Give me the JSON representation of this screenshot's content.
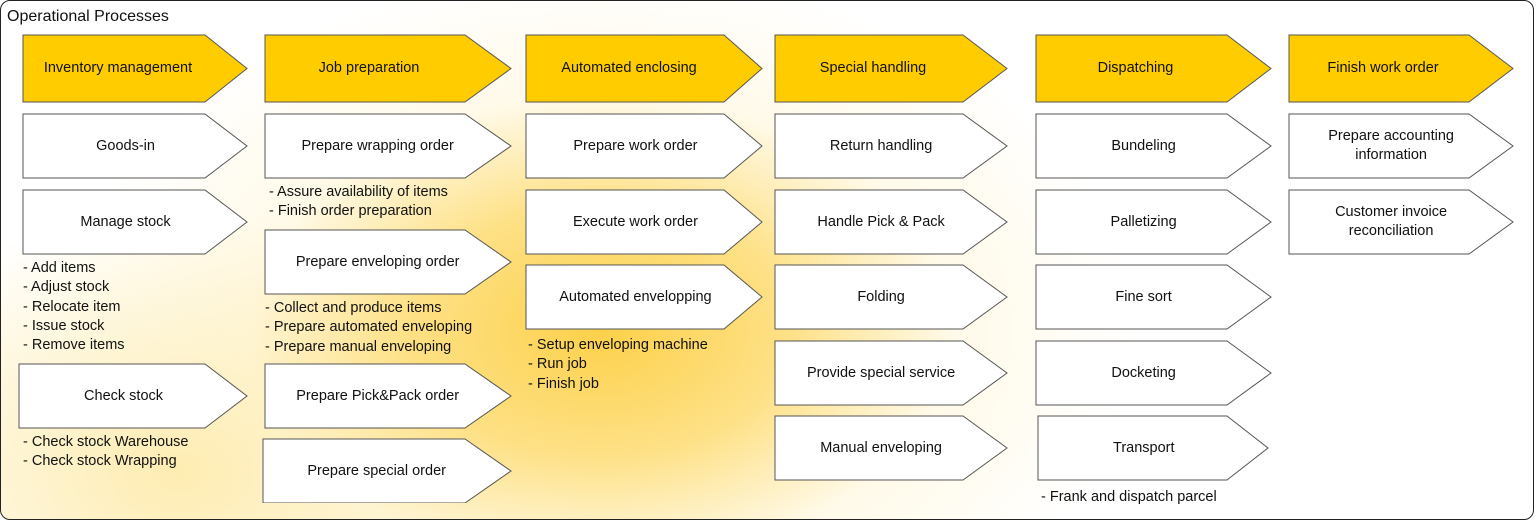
{
  "title": "Operational Processes",
  "colors": {
    "header_fill": "#ffcc00",
    "box_fill": "#ffffff",
    "stroke": "#555555"
  },
  "columns": [
    {
      "header": "Inventory management",
      "items": [
        {
          "label": "Goods-in",
          "notes": []
        },
        {
          "label": "Manage stock",
          "notes": [
            "- Add items",
            "- Adjust stock",
            "- Relocate item",
            "- Issue stock",
            "- Remove items"
          ]
        },
        {
          "label": "Check stock",
          "notes": [
            "- Check stock Warehouse",
            "- Check stock Wrapping"
          ]
        }
      ]
    },
    {
      "header": "Job preparation",
      "items": [
        {
          "label": "Prepare wrapping order",
          "notes": [
            "- Assure availability of items",
            "- Finish order preparation"
          ]
        },
        {
          "label": "Prepare enveloping order",
          "notes": [
            "- Collect and produce items",
            "- Prepare automated enveloping",
            "- Prepare manual enveloping"
          ]
        },
        {
          "label": "Prepare Pick&Pack order",
          "notes": []
        },
        {
          "label": "Prepare special order",
          "notes": []
        }
      ]
    },
    {
      "header": "Automated enclosing",
      "items": [
        {
          "label": "Prepare work order",
          "notes": []
        },
        {
          "label": "Execute work order",
          "notes": []
        },
        {
          "label": "Automated envelopping",
          "notes": [
            "- Setup enveloping machine",
            "- Run job",
            "- Finish job"
          ]
        }
      ]
    },
    {
      "header": "Special handling",
      "items": [
        {
          "label": "Return handling",
          "notes": []
        },
        {
          "label": "Handle Pick & Pack",
          "notes": []
        },
        {
          "label": "Folding",
          "notes": []
        },
        {
          "label": "Provide special service",
          "notes": []
        },
        {
          "label": "Manual enveloping",
          "notes": []
        }
      ]
    },
    {
      "header": "Dispatching",
      "items": [
        {
          "label": "Bundeling",
          "notes": []
        },
        {
          "label": "Palletizing",
          "notes": []
        },
        {
          "label": "Fine sort",
          "notes": []
        },
        {
          "label": "Docketing",
          "notes": []
        },
        {
          "label": "Transport",
          "notes": [
            "- Frank and dispatch parcel"
          ]
        }
      ]
    },
    {
      "header": "Finish work order",
      "items": [
        {
          "label": "Prepare accounting information",
          "notes": []
        },
        {
          "label": "Customer invoice reconciliation",
          "notes": []
        }
      ]
    }
  ]
}
